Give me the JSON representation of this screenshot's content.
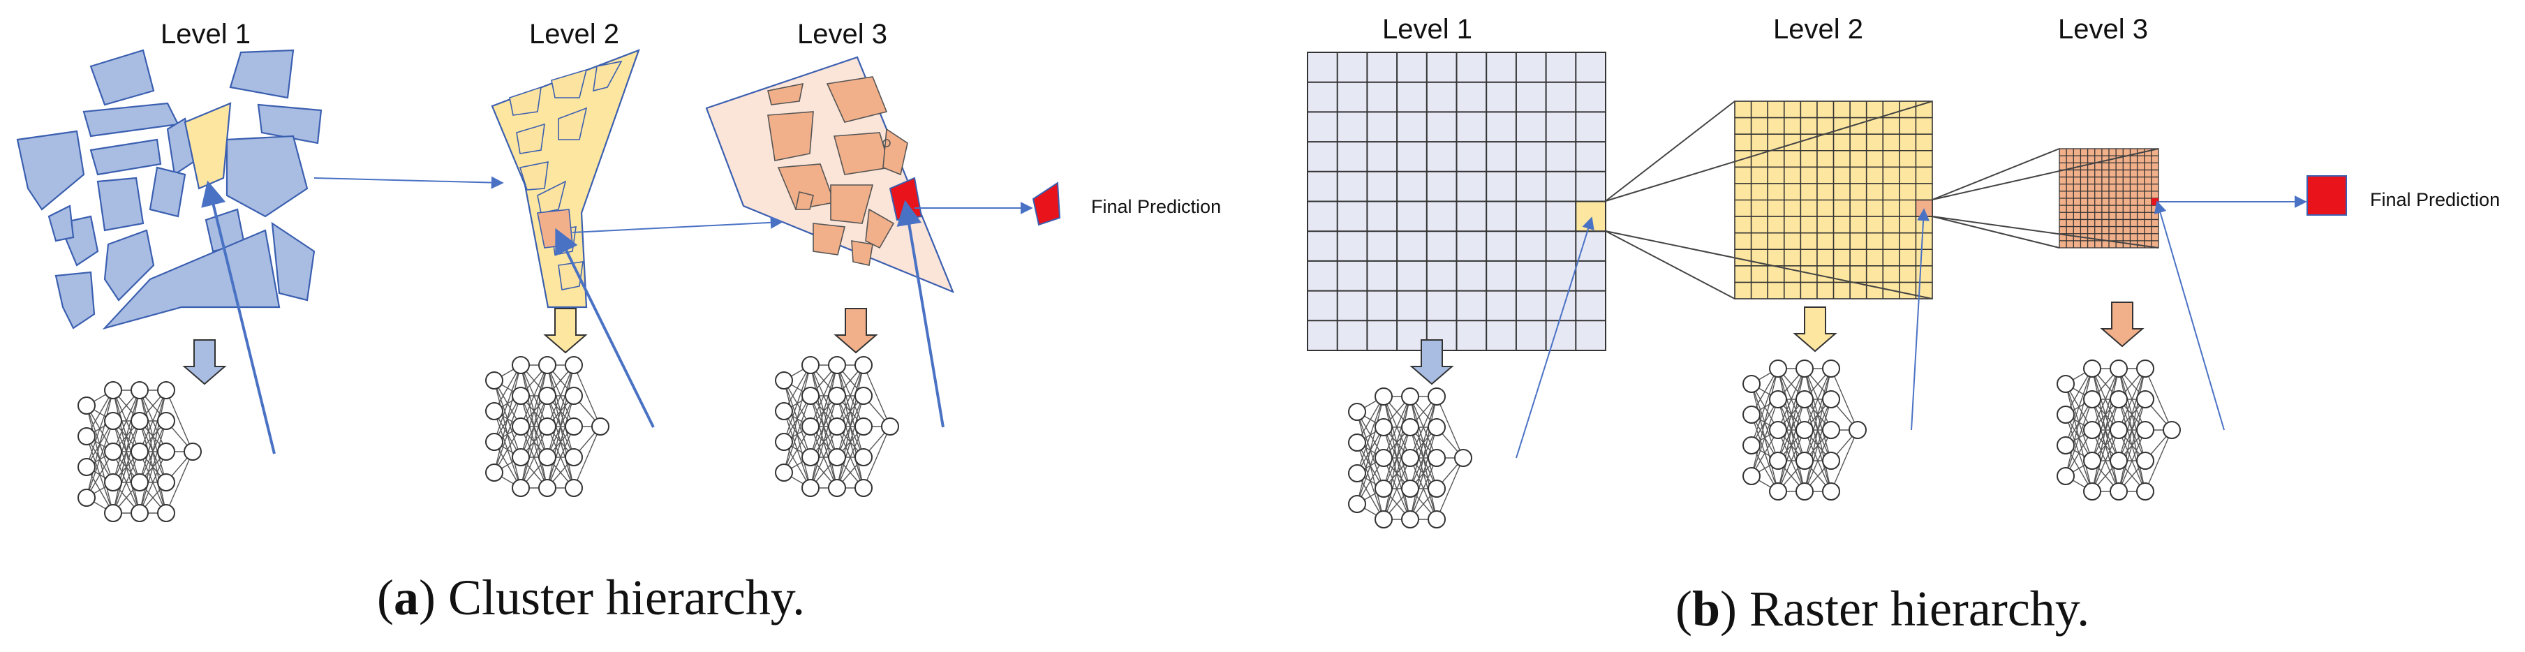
{
  "panel_a": {
    "levels": [
      "Level 1",
      "Level 2",
      "Level 3"
    ],
    "final_label": "Final Prediction",
    "caption_letter": "a",
    "caption_text": " Cluster hierarchy."
  },
  "panel_b": {
    "levels": [
      "Level 1",
      "Level 2",
      "Level 3"
    ],
    "final_label": "Final Prediction",
    "caption_letter": "b",
    "caption_text": " Raster hierarchy."
  },
  "colors": {
    "level1": "#a9bde3",
    "level2": "#fde6a0",
    "level3": "#f2b08a",
    "final": "#e8131b",
    "grid1": "#e6e8f4",
    "link": "#4a72c4"
  }
}
